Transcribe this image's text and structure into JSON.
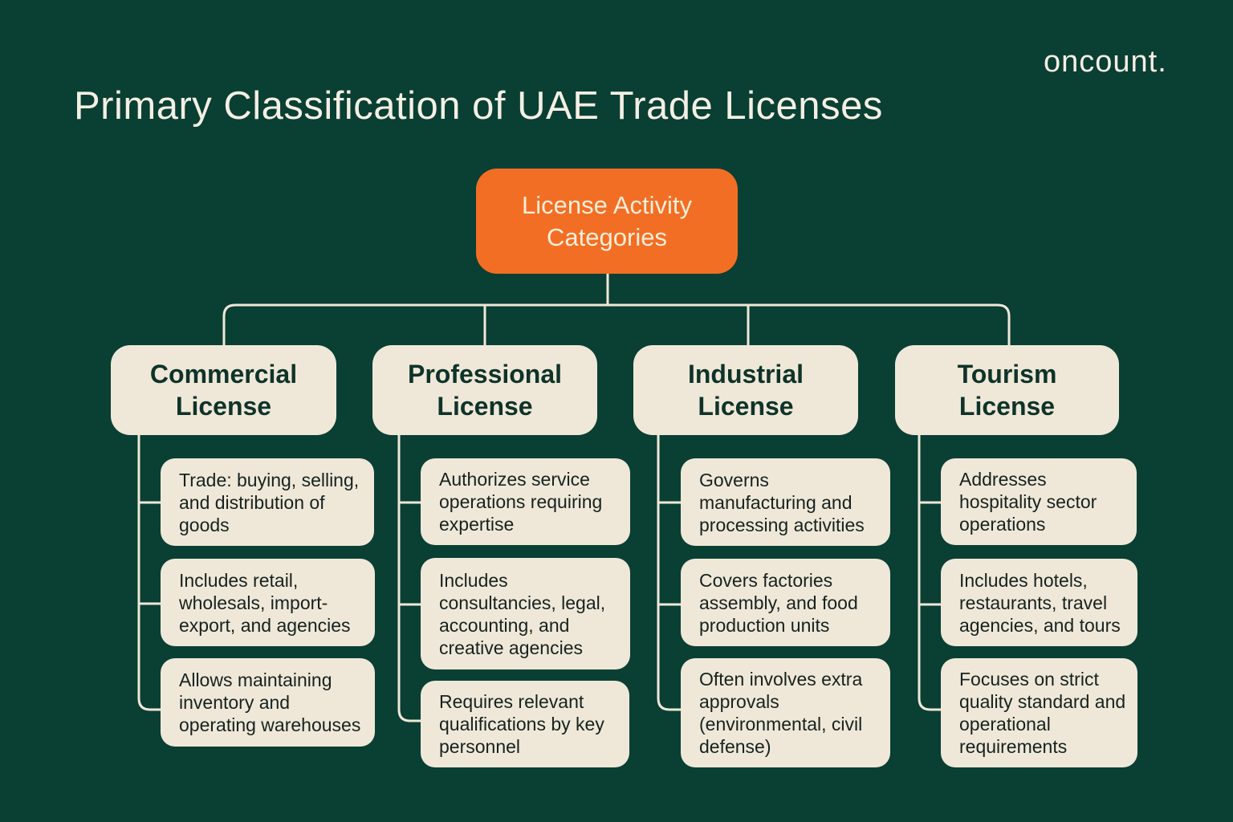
{
  "brand": {
    "logo_text": "oncount."
  },
  "header": {
    "title": "Primary Classification of UAE Trade Licenses"
  },
  "colors": {
    "background": "#0a3f33",
    "root_fill": "#f26e24",
    "node_fill": "#efe8d9",
    "connector": "#efe8d9",
    "heading_text": "#0f3329",
    "title_text": "#f4efe4"
  },
  "diagram": {
    "root": {
      "label": "License Activity Categories"
    },
    "categories": [
      {
        "label": "Commercial License",
        "items": [
          "Trade: buying, selling, and distribution of goods",
          "Includes retail, wholesals, import-export, and agencies",
          "Allows maintaining inventory and operating warehouses"
        ]
      },
      {
        "label": "Professional License",
        "items": [
          "Authorizes service operations requiring expertise",
          "Includes consultancies, legal, accounting, and creative agencies",
          "Requires relevant qualifications by key personnel"
        ]
      },
      {
        "label": "Industrial License",
        "items": [
          "Governs manufacturing and processing activities",
          "Covers factories assembly, and food production units",
          "Often involves extra approvals (environmental, civil defense)"
        ]
      },
      {
        "label": "Tourism License",
        "items": [
          "Addresses hospitality sector operations",
          "Includes hotels, restaurants, travel agencies, and tours",
          "Focuses on strict quality standard and operational requirements"
        ]
      }
    ]
  }
}
